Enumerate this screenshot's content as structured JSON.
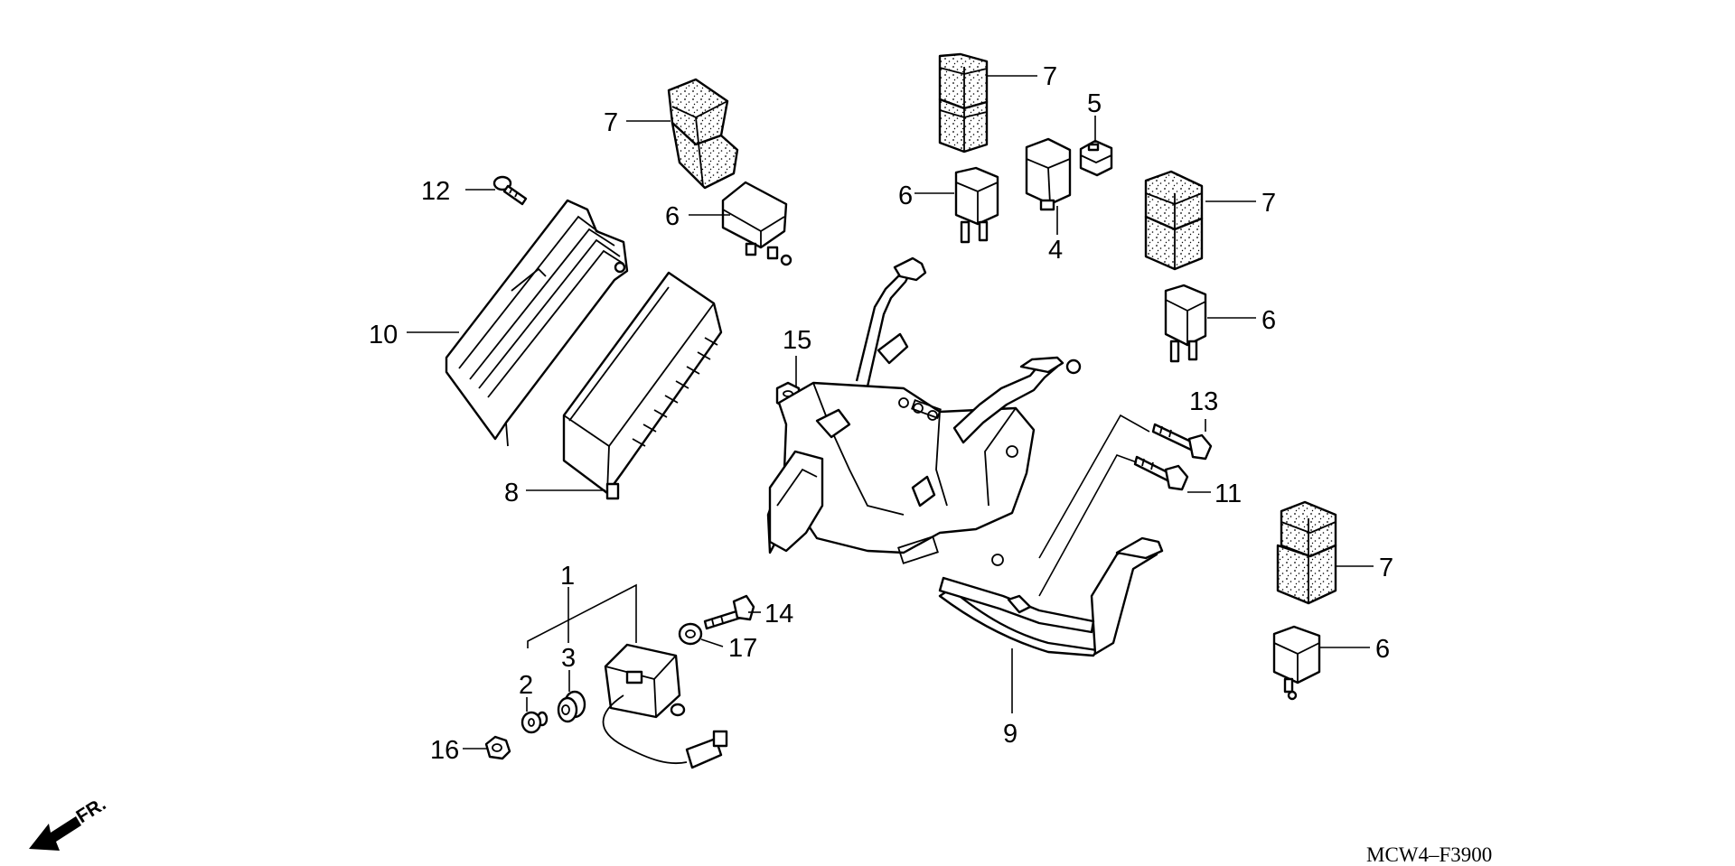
{
  "diagram": {
    "callouts": {
      "c1": "1",
      "c2": "2",
      "c3": "3",
      "c4": "4",
      "c5": "5",
      "c6a": "6",
      "c6b": "6",
      "c6c": "6",
      "c6d": "6",
      "c7a": "7",
      "c7b": "7",
      "c7c": "7",
      "c7d": "7",
      "c8": "8",
      "c9": "9",
      "c10": "10",
      "c11": "11",
      "c12": "12",
      "c13": "13",
      "c14": "14",
      "c15": "15",
      "c16": "16",
      "c17": "17"
    },
    "front_arrow_label": "FR.",
    "drawing_code": "MCW4–F3900"
  }
}
